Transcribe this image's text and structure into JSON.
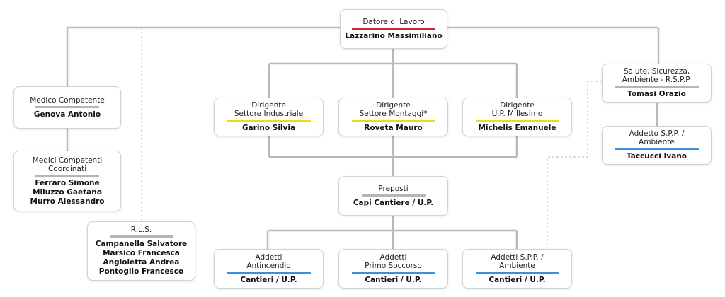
{
  "colors": {
    "red": "#c62828",
    "yellow": "#f5d90a",
    "blue": "#3a8fe0",
    "gray": "#b5b5b5",
    "line": "#b9b9b9"
  },
  "nodes": {
    "datore": {
      "role": "Datore di Lavoro",
      "name": "Lazzarino Massimiliano",
      "bar": "red"
    },
    "medico": {
      "role": "Medico Competente",
      "name": "Genova Antonio",
      "bar": "gray"
    },
    "medici_coord": {
      "role": "Medici Competenti\nCoordinati",
      "name": "Ferraro Simone\nMiluzzo Gaetano\nMurro Alessandro",
      "bar": "gray"
    },
    "rls": {
      "role": "R.L.S.",
      "name": "Campanella Salvatore\nMarsico Francesca\nAngioletta Andrea\nPontoglio Francesco",
      "bar": "gray"
    },
    "dir_ind": {
      "role": "Dirigente\nSettore Industriale",
      "name": "Garino Silvia",
      "bar": "yellow"
    },
    "dir_mont": {
      "role": "Dirigente\nSettore Montaggi*",
      "name": "Roveta Mauro",
      "bar": "yellow"
    },
    "dir_mill": {
      "role": "Dirigente\nU.P. Millesimo",
      "name": "Michelis Emanuele",
      "bar": "yellow"
    },
    "rspp": {
      "role": "Salute, Sicurezza,\nAmbiente - R.S.P.P.",
      "name": "Tomasi Orazio",
      "bar": "gray"
    },
    "addetto_spp": {
      "role": "Addetto S.P.P. /\nAmbiente",
      "name": "Taccucci Ivano",
      "bar": "blue"
    },
    "preposti": {
      "role": "Preposti",
      "name": "Capi Cantiere / U.P.",
      "bar": "gray"
    },
    "antincendio": {
      "role": "Addetti\nAntincendio",
      "name": "Cantieri / U.P.",
      "bar": "blue"
    },
    "primo_soccorso": {
      "role": "Addetti\nPrimo Soccorso",
      "name": "Cantieri / U.P.",
      "bar": "blue"
    },
    "addetti_spp": {
      "role": "Addetti S.P.P. /\nAmbiente",
      "name": "Cantieri / U.P.",
      "bar": "blue"
    }
  }
}
